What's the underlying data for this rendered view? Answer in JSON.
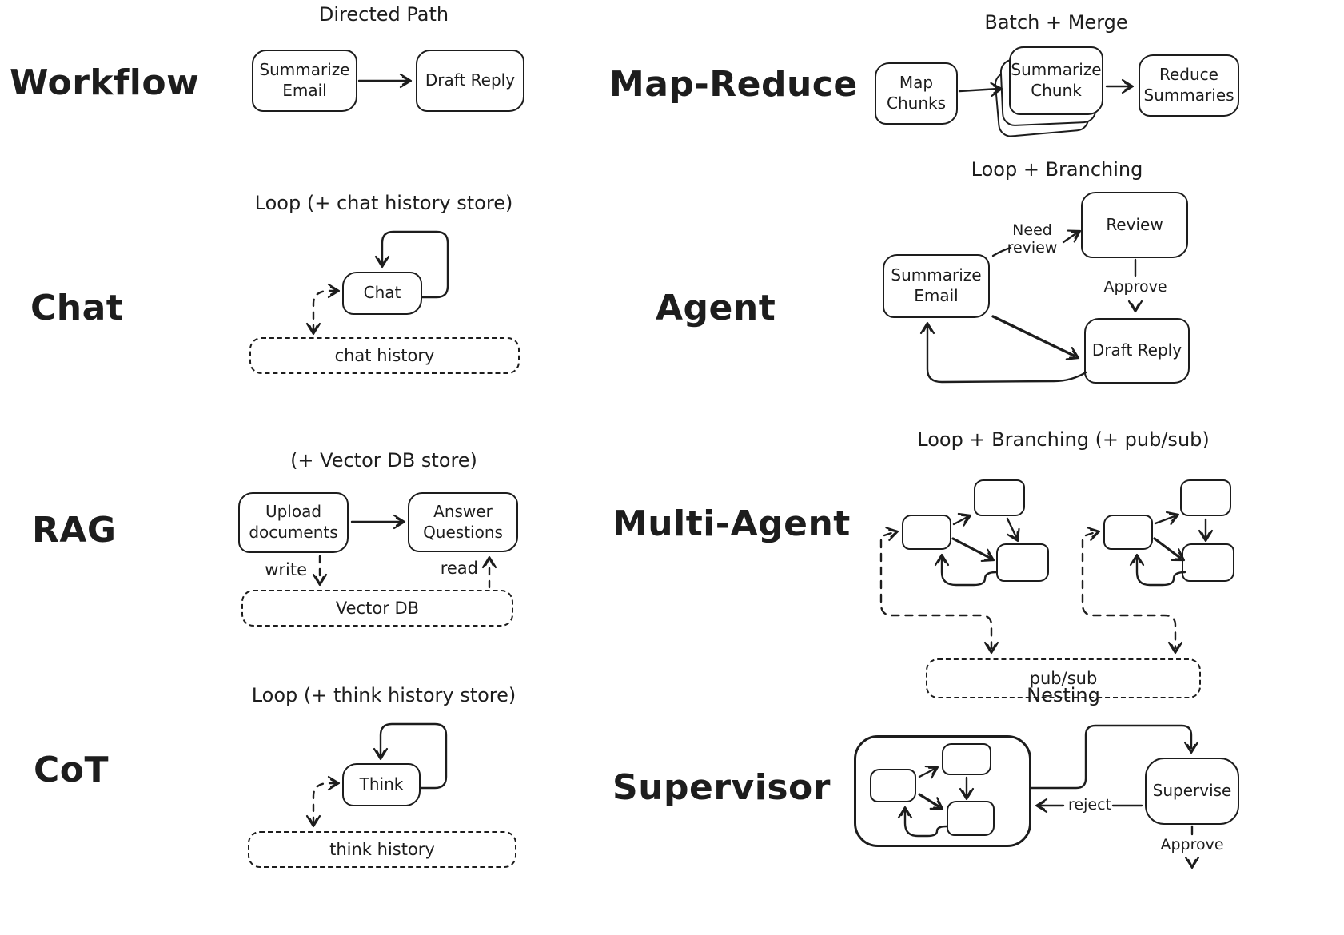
{
  "colors": {
    "ink": "#1d1d1d",
    "background": "#ffffff"
  },
  "sections": {
    "workflow": {
      "label": "Workflow",
      "title": "Directed Path",
      "nodes": {
        "summarize_email": "Summarize Email",
        "draft_reply": "Draft Reply"
      }
    },
    "map_reduce": {
      "label": "Map-Reduce",
      "title": "Batch + Merge",
      "nodes": {
        "map_chunks": "Map Chunks",
        "summarize_chunk": "Summarize Chunk",
        "reduce_summaries": "Reduce Summaries"
      }
    },
    "chat": {
      "label": "Chat",
      "title": "Loop (+ chat history store)",
      "nodes": {
        "chat": "Chat"
      },
      "store": "chat history"
    },
    "agent": {
      "label": "Agent",
      "title": "Loop + Branching",
      "nodes": {
        "summarize_email": "Summarize Email",
        "review": "Review",
        "draft_reply": "Draft Reply"
      },
      "edges": {
        "need_review": "Need\nreview",
        "approve": "Approve"
      }
    },
    "rag": {
      "label": "RAG",
      "title": "(+ Vector DB store)",
      "nodes": {
        "upload_documents": "Upload documents",
        "answer_questions": "Answer Questions"
      },
      "edges": {
        "write": "write",
        "read": "read"
      },
      "store": "Vector DB"
    },
    "multi_agent": {
      "label": "Multi-Agent",
      "title": "Loop + Branching (+ pub/sub)",
      "store": "pub/sub"
    },
    "cot": {
      "label": "CoT",
      "title": "Loop (+ think history store)",
      "nodes": {
        "think": "Think"
      },
      "store": "think history"
    },
    "supervisor": {
      "label": "Supervisor",
      "title": "Nesting",
      "nodes": {
        "supervise": "Supervise"
      },
      "edges": {
        "reject": "reject",
        "approve": "Approve"
      }
    }
  }
}
